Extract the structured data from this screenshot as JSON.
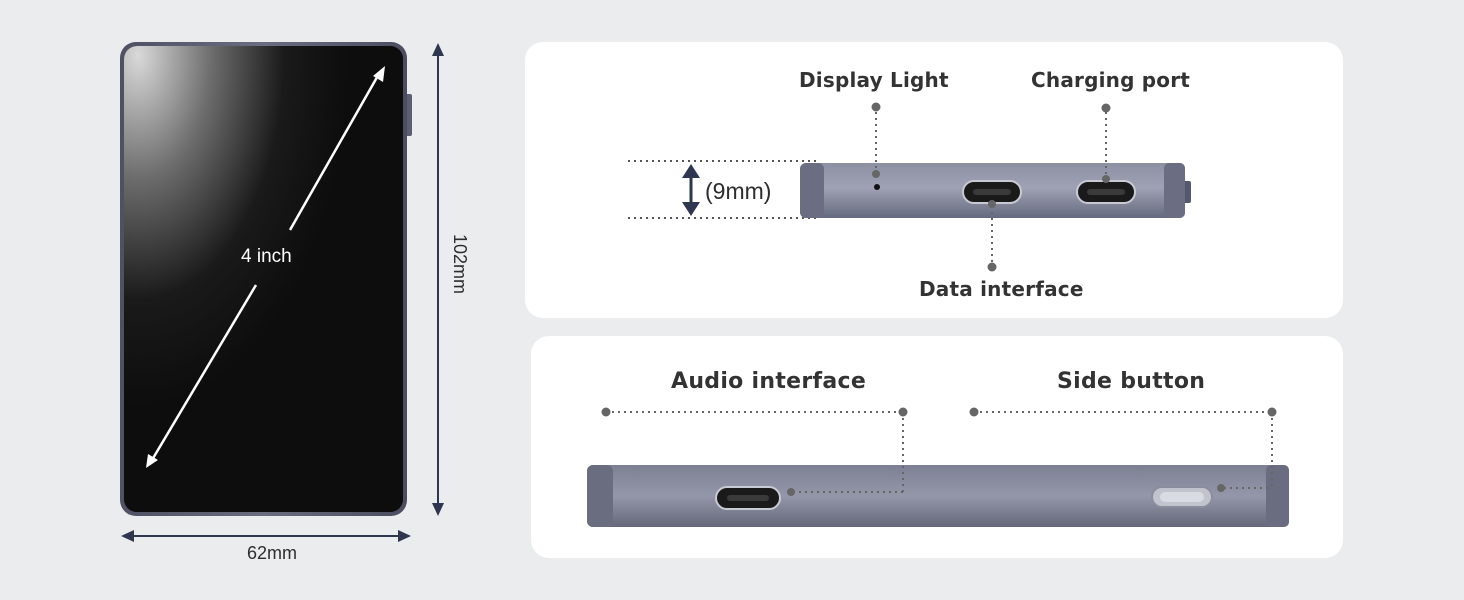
{
  "device": {
    "diagonal_label": "4 inch",
    "width_label": "62mm",
    "height_label": "102mm",
    "thickness_label": "(9mm)"
  },
  "top_view": {
    "display_light": "Display Light",
    "charging_port": "Charging port",
    "data_interface": "Data interface"
  },
  "side_view": {
    "audio_interface": "Audio interface",
    "side_button": "Side button"
  },
  "colors": {
    "background": "#ebeced",
    "card": "#ffffff",
    "device_frame": "#5c5f72",
    "screen": "#0d0d0d",
    "arrow": "#2f3650",
    "leader": "#6a6a6a"
  }
}
